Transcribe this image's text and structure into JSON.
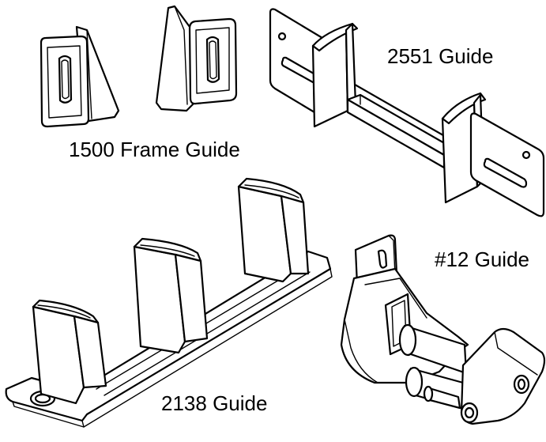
{
  "labels": {
    "frame_guide": "1500 Frame Guide",
    "guide_2551": "2551 Guide",
    "guide_12": "#12 Guide",
    "guide_2138": "2138 Guide"
  },
  "colors": {
    "background": "#ffffff",
    "line": "#000000"
  }
}
